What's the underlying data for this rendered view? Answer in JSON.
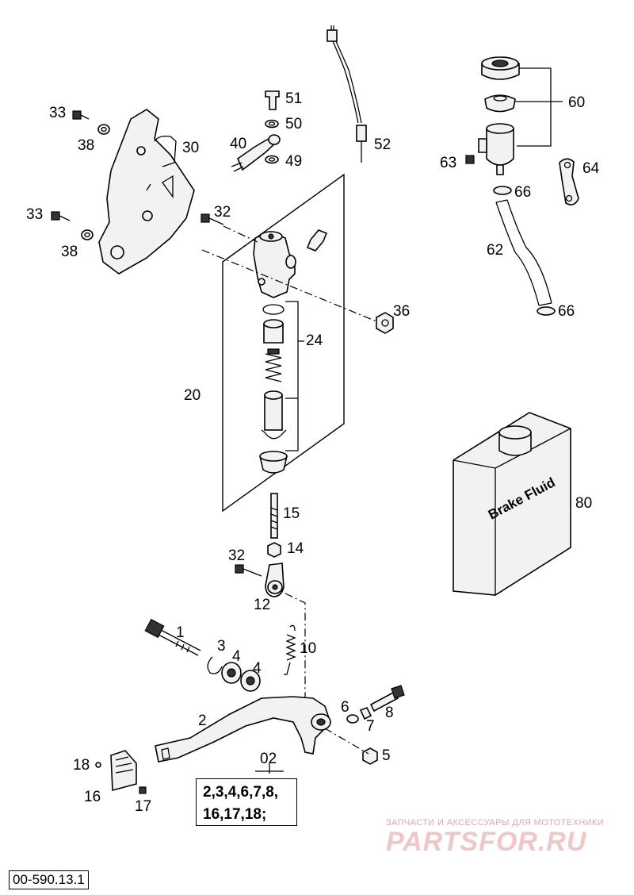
{
  "callouts": {
    "c1": "1",
    "c2": "2",
    "c3": "3",
    "c4a": "4",
    "c4b": "4",
    "c5": "5",
    "c6": "6",
    "c7": "7",
    "c8": "8",
    "c10": "10",
    "c12": "12",
    "c14": "14",
    "c15": "15",
    "c16": "16",
    "c17": "17",
    "c18": "18",
    "c20": "20",
    "c24": "24",
    "c30": "30",
    "c32a": "32",
    "c32b": "32",
    "c33a": "33",
    "c33b": "33",
    "c36": "36",
    "c38a": "38",
    "c38b": "38",
    "c40": "40",
    "c49": "49",
    "c50": "50",
    "c51": "51",
    "c52": "52",
    "c60": "60",
    "c62": "62",
    "c63": "63",
    "c64": "64",
    "c66a": "66",
    "c66b": "66",
    "c80": "80",
    "c02": "02"
  },
  "fluid_can_label": "Brake Fluid",
  "kit_box": {
    "line1": "2,3,4,6,7,8,",
    "line2": "16,17,18;"
  },
  "doc_number": "00-590.13.1",
  "watermark": {
    "caption": "ЗАПЧАСТИ И АКСЕССУАРЫ ДЛЯ МОТОТЕХНИКИ",
    "logo": "PARTSFOR.RU"
  }
}
